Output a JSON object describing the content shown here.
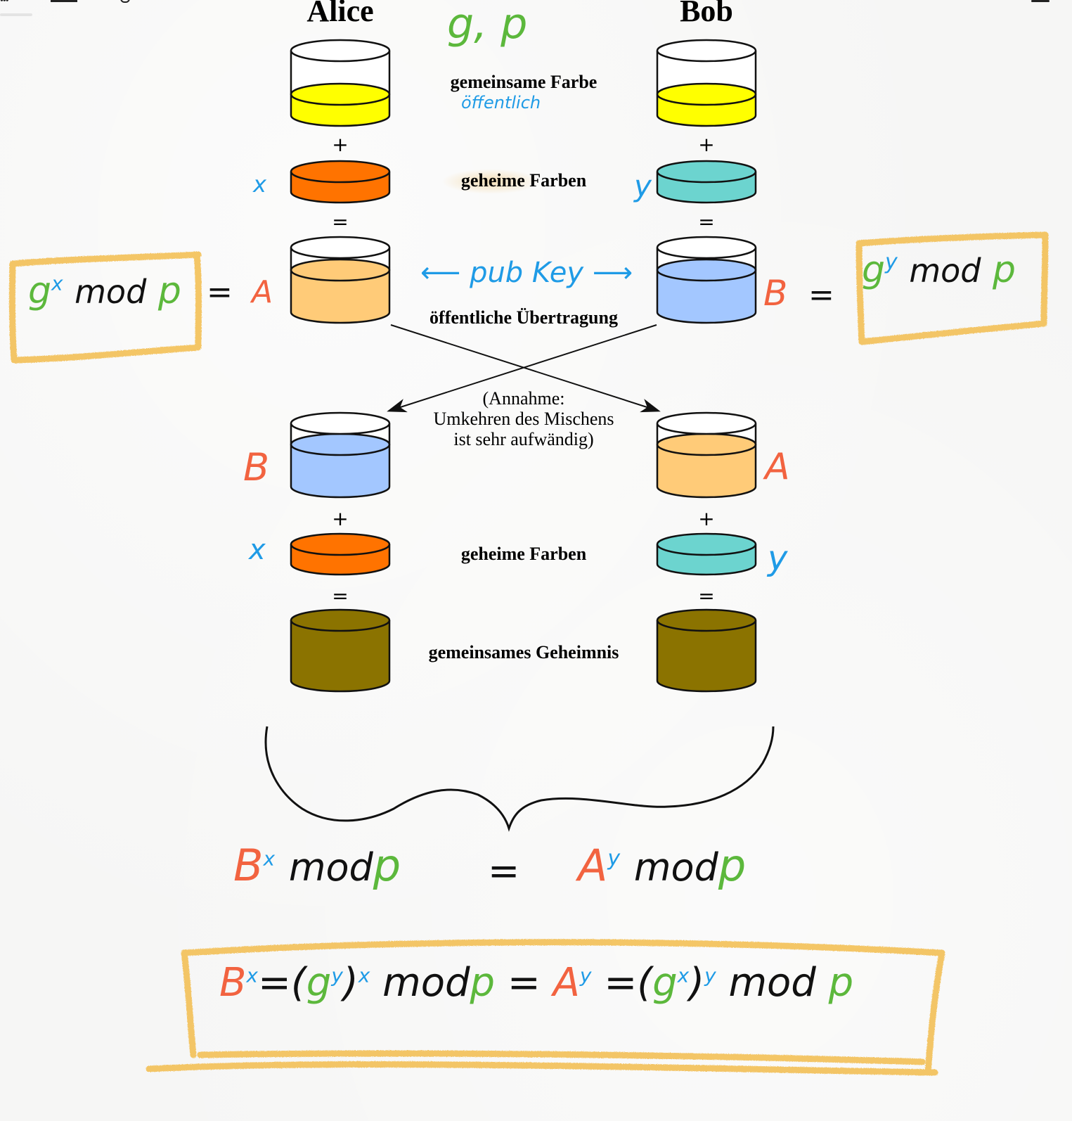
{
  "diagram": {
    "title_left": "Alice",
    "title_right": "Bob",
    "public_params": "g, p",
    "rows": {
      "shared_color": {
        "label": "gemeinsame Farbe",
        "annotation": "öffentlich"
      },
      "secret_colors_top": {
        "label": "geheime Farben",
        "left_var": "x",
        "right_var": "y"
      },
      "public_transfer": {
        "label": "öffentliche Übertragung",
        "annotation": "pub Key",
        "left_var": "A",
        "right_var": "B"
      },
      "assumption": {
        "lines": [
          "(Annahme:",
          "Umkehren des Mischens",
          "ist sehr aufwändig)"
        ]
      },
      "received": {
        "left_var": "B",
        "right_var": "A"
      },
      "secret_colors_bottom": {
        "label": "geheime Farben",
        "left_var": "x",
        "right_var": "y"
      },
      "shared_secret": {
        "label": "gemeinsames Geheimnis"
      }
    },
    "operators": {
      "plus": "+",
      "equals": "="
    },
    "formulas": {
      "alice_public": {
        "base": "g",
        "exp": "x",
        "mod": "mod",
        "modulus": "p",
        "eq": "=",
        "result": "A"
      },
      "bob_public": {
        "result": "B",
        "eq": "=",
        "base": "g",
        "exp": "y",
        "mod": "mod",
        "modulus": "p"
      },
      "equality": {
        "left_base": "B",
        "left_exp": "x",
        "left_mod": "mod",
        "left_modulus": "p",
        "eq": "=",
        "right_base": "A",
        "right_exp": "y",
        "right_mod": "mod",
        "right_modulus": "p"
      },
      "full": {
        "parts": [
          "B",
          "x",
          "=(",
          "g",
          "y",
          ")",
          "x",
          "mod",
          "p",
          "=",
          "A",
          "y",
          "=(",
          "g",
          "x",
          ")",
          "y",
          "mod",
          "p"
        ]
      }
    },
    "colors": {
      "shared": "#ffff00",
      "alice_secret": "#ff7300",
      "bob_secret": "#6cd4cf",
      "alice_mix": "#ffcb78",
      "bob_mix": "#a3c7ff",
      "secret": "#8b7300",
      "handwriting_green": "#5cb83c",
      "handwriting_blue": "#1f9be6",
      "handwriting_red": "#f26340",
      "highlight": "#f3bd4e"
    }
  }
}
